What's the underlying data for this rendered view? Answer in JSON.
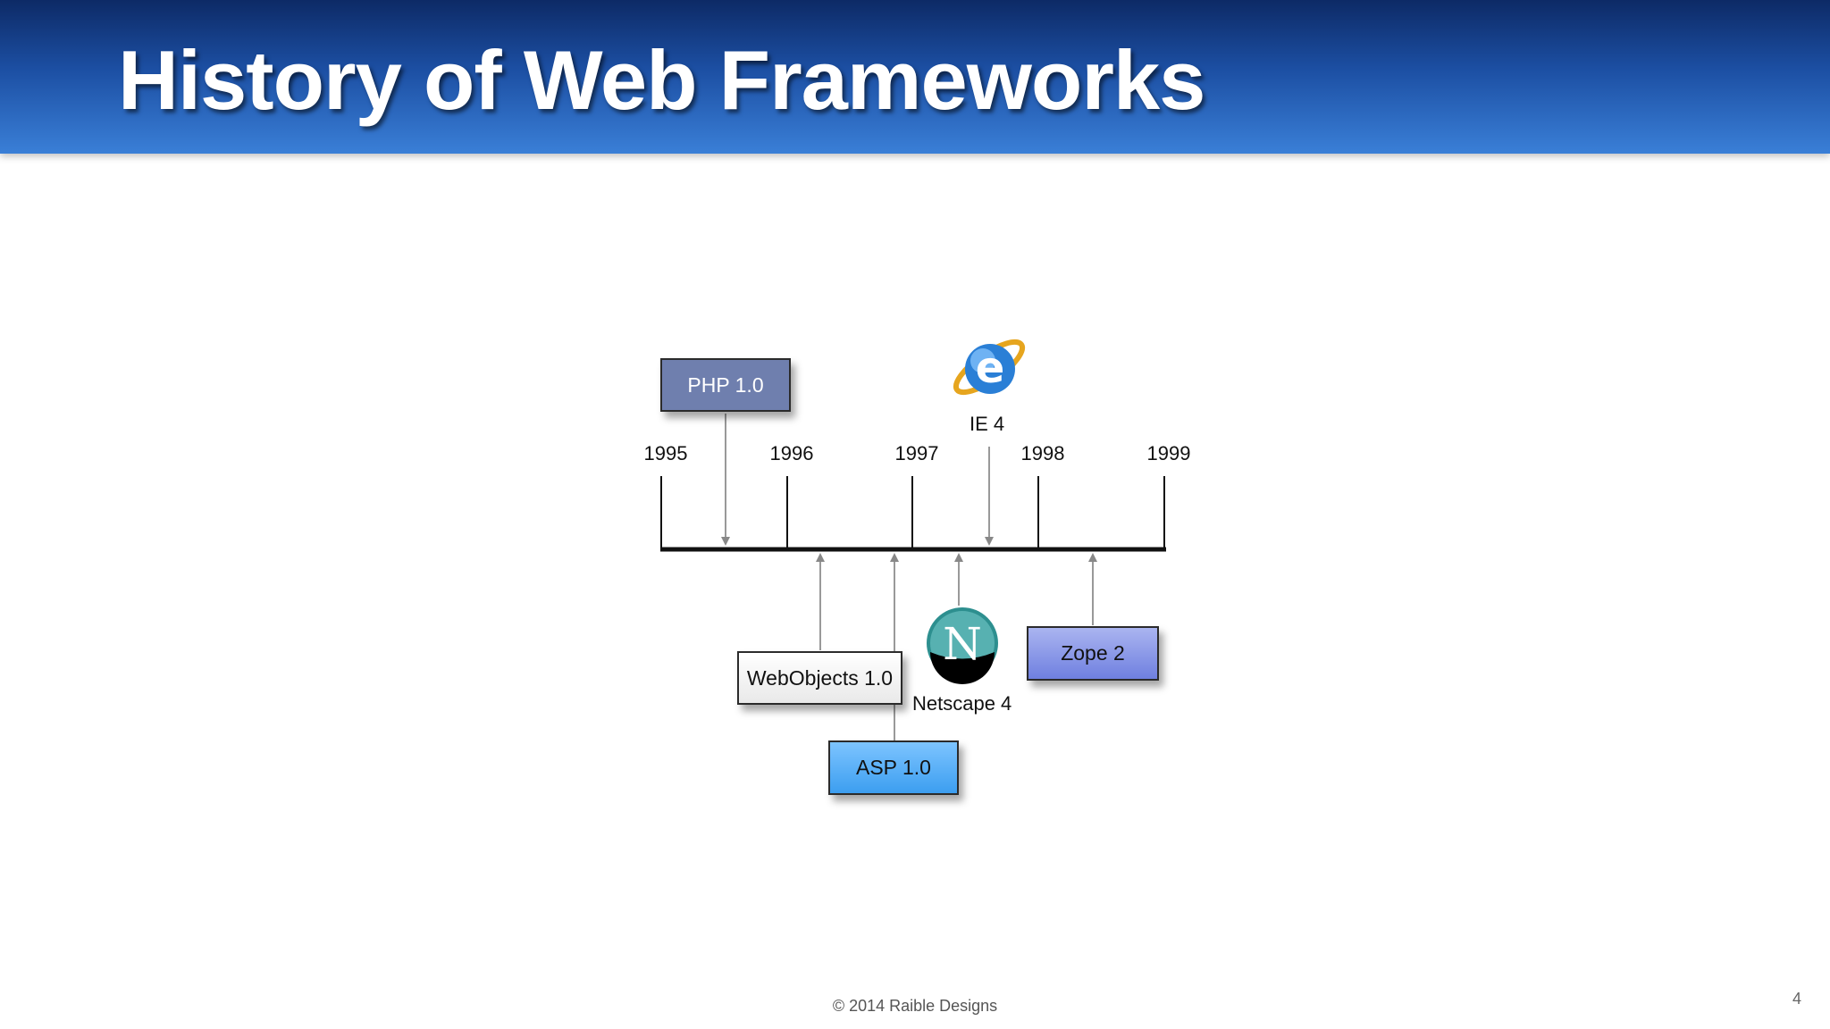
{
  "title": "History of Web Frameworks",
  "timeline": {
    "years": [
      "1995",
      "1996",
      "1997",
      "1998",
      "1999"
    ]
  },
  "items": {
    "php": "PHP 1.0",
    "ie": "IE 4",
    "webobjects": "WebObjects 1.0",
    "asp": "ASP 1.0",
    "netscape": "Netscape 4",
    "zope": "Zope 2"
  },
  "footer": "© 2014 Raible Designs",
  "page_number": "4",
  "colors": {
    "header_dark": "#0d2a66",
    "header_light": "#3a7fd7",
    "php_box": "#6f7fae",
    "asp_box": "#3c9ef0",
    "zope_box": "#6f80e0"
  },
  "icons": [
    "internet-explorer-logo-icon",
    "netscape-logo-icon"
  ]
}
